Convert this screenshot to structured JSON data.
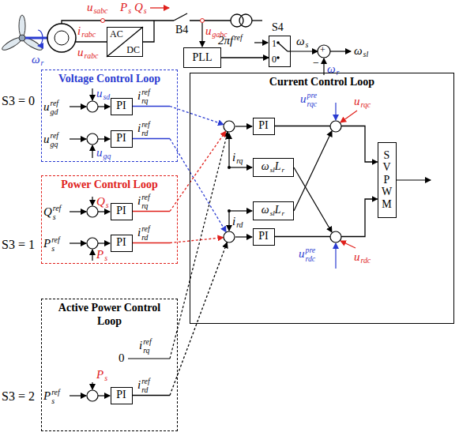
{
  "diagram": {
    "nodes": [
      {
        "text": [
          "AC",
          "DC"
        ]
      },
      {
        "text": [
          "PLL"
        ]
      },
      {
        "text": [
          "1",
          "0"
        ]
      },
      {
        "text": [
          "Voltage Control Loop"
        ]
      },
      {
        "text": [
          "PI"
        ],
        "in": 3
      },
      {
        "text": [
          "PI"
        ],
        "in": 3
      },
      {
        "text": [
          "Power Control Loop"
        ]
      },
      {
        "text": [
          "PI"
        ],
        "in": 6
      },
      {
        "text": [
          "PI"
        ],
        "in": 6
      },
      {
        "text": [
          "Active Power Control Loop"
        ]
      },
      {
        "text": [
          "PI"
        ],
        "in": 9
      },
      {
        "text": [
          "Current Control Loop"
        ]
      },
      {
        "text": [
          "PI"
        ],
        "in": 11
      },
      {
        "text": [
          "ω",
          "sl",
          "L",
          "r"
        ],
        "in": 11
      },
      {
        "text": [
          "ω",
          "sl",
          "L",
          "r"
        ],
        "in": 11
      },
      {
        "text": [
          "PI"
        ],
        "in": 11
      },
      {
        "text": [
          "SVPWM"
        ],
        "in": 11
      }
    ],
    "edges": [
      {
        "from": 1,
        "to": 2,
        "arrow": "to"
      },
      {
        "from": 4,
        "to": 11,
        "arrow": "to"
      },
      {
        "from": 5,
        "to": 11,
        "arrow": "to"
      },
      {
        "from": 7,
        "to": 11,
        "arrow": "to"
      },
      {
        "from": 8,
        "to": 11,
        "arrow": "to"
      },
      {
        "from": 10,
        "to": 11,
        "arrow": "to"
      },
      {
        "from": 12,
        "to": 16,
        "arrow": "to"
      },
      {
        "from": 15,
        "to": 16,
        "arrow": "to"
      }
    ],
    "labels": [
      "u",
      "sabc",
      "P",
      "s",
      "Q",
      "s",
      "B4",
      "u",
      "gabc",
      "i",
      "rabc",
      "u",
      "rabc",
      "ω",
      "r",
      "2πf",
      "ref",
      "S4",
      "ω",
      "s",
      "+",
      "−",
      "ω",
      "r",
      "ω",
      "sl",
      "S3 = 0",
      "S3 = 1",
      "S3 = 2",
      "u",
      "gd",
      "ref",
      "u",
      "sd",
      "i",
      "rq",
      "ref",
      "u",
      "gq",
      "ref",
      "u",
      "gq",
      "i",
      "rd",
      "ref",
      "Q",
      "s",
      "ref",
      "Q",
      "s",
      "i",
      "rq",
      "ref",
      "P",
      "s",
      "ref",
      "P",
      "s",
      "i",
      "rd",
      "ref",
      "i",
      "rq",
      "ref",
      "0",
      "P",
      "s",
      "P",
      "s",
      "ref",
      "i",
      "rd",
      "ref",
      "u",
      "rqc",
      "pre",
      "u",
      "rqc",
      "i",
      "rq",
      "i",
      "rd",
      "u",
      "rdc",
      "pre",
      "u",
      "rdc"
    ]
  }
}
